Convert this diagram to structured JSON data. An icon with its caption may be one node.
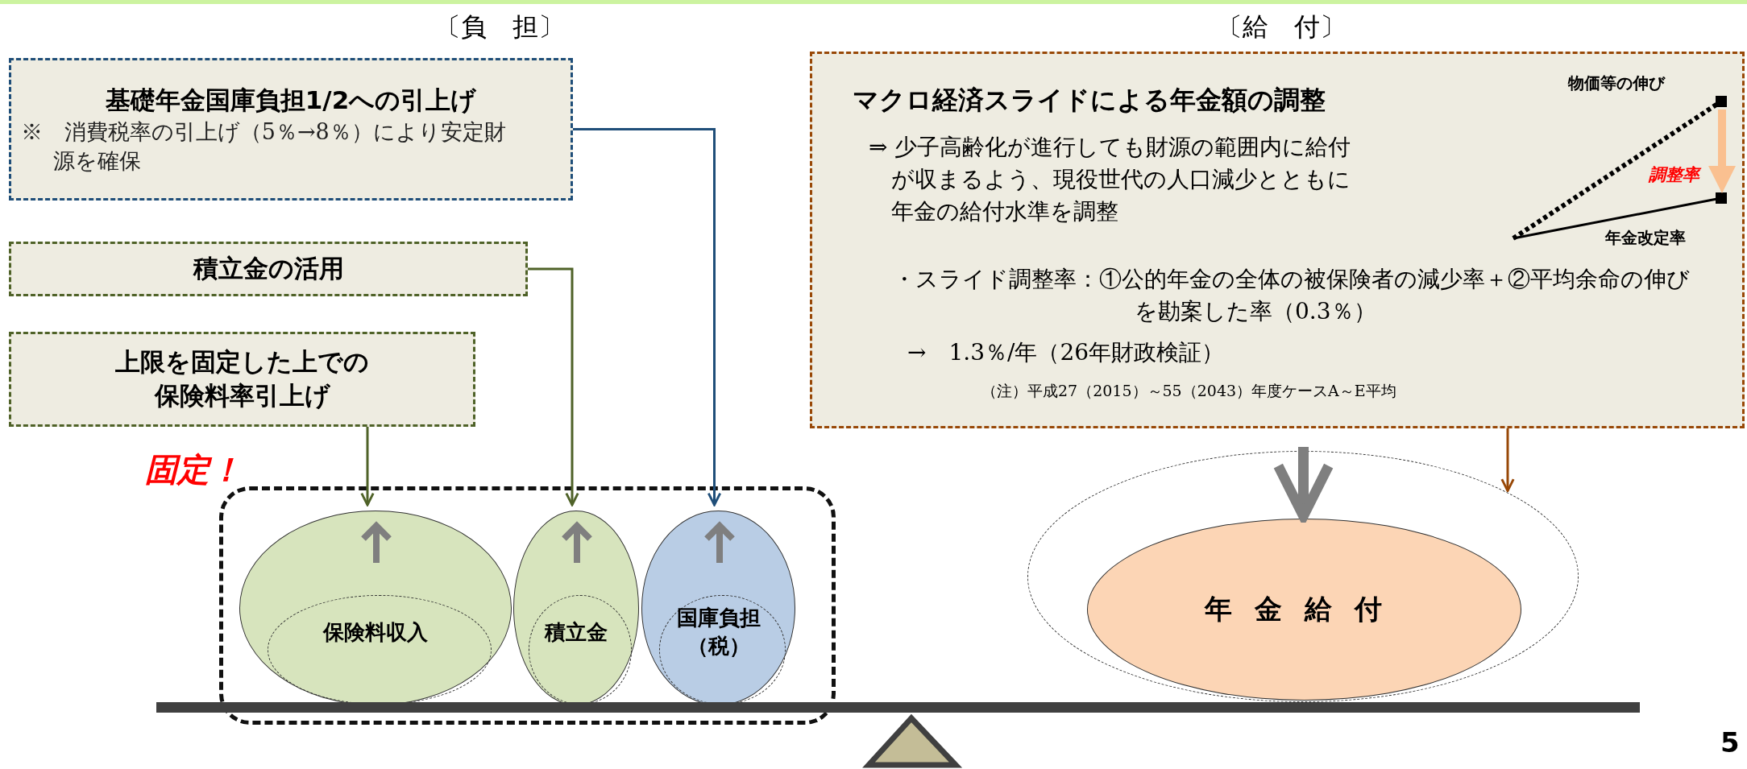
{
  "diagram": {
    "nodes": [
      {
        "text": [
          "基礎年金国庫負担1/2への引上げ",
          "※　消費税率の引上げ（5％→8％）により安定財源を確保"
        ]
      },
      {
        "text": [
          "積立金の活用"
        ]
      },
      {
        "text": [
          "上限を固定した上での保険料率引上げ"
        ]
      },
      {
        "text": [],
        "shape": "box",
        "beside": [
          "固定！"
        ]
      },
      {
        "text": [
          "保険料収入"
        ],
        "in": 3
      },
      {
        "text": [
          "積立金"
        ],
        "in": 3
      },
      {
        "text": [
          "国庫負担（税）"
        ],
        "in": 3
      },
      {
        "text": [
          "マクロ経済スライドによる年金額の調整",
          "⇒ 少子高齢化が進行しても財源の範囲内に給付が収まるよう、現役世代の人口減少とともに年金の給付水準を調整",
          "・スライド調整率：①公的年金の全体の被保険者の減少率＋②平均余命の伸びを勘案した率（0.3％）",
          "→　1.3％/年（26年財政検証）",
          "（注）平成27（2015）～55（2043）年度ケースA～E平均"
        ]
      },
      {
        "text": [],
        "shape": "ellipse"
      },
      {
        "text": [
          "年金給付"
        ],
        "in": 8
      }
    ],
    "edges": [
      {
        "from": 2,
        "to": 4,
        "arrow": "to",
        "color": "#4f6228"
      },
      {
        "from": 1,
        "to": 5,
        "arrow": "to",
        "color": "#4f6228"
      },
      {
        "from": 0,
        "to": 6,
        "arrow": "to",
        "color": "#1f4e79"
      },
      {
        "from": 7,
        "to": 8,
        "arrow": "to",
        "color": "#984807"
      },
      {
        "from": null,
        "to": 9,
        "arrow": "to",
        "style": "thick",
        "color": "#7f7f7f"
      }
    ],
    "labels": [
      "〔負　担〕",
      "〔給　付〕",
      "物価等の伸び",
      "調整率",
      "年金改定率",
      "5"
    ]
  }
}
